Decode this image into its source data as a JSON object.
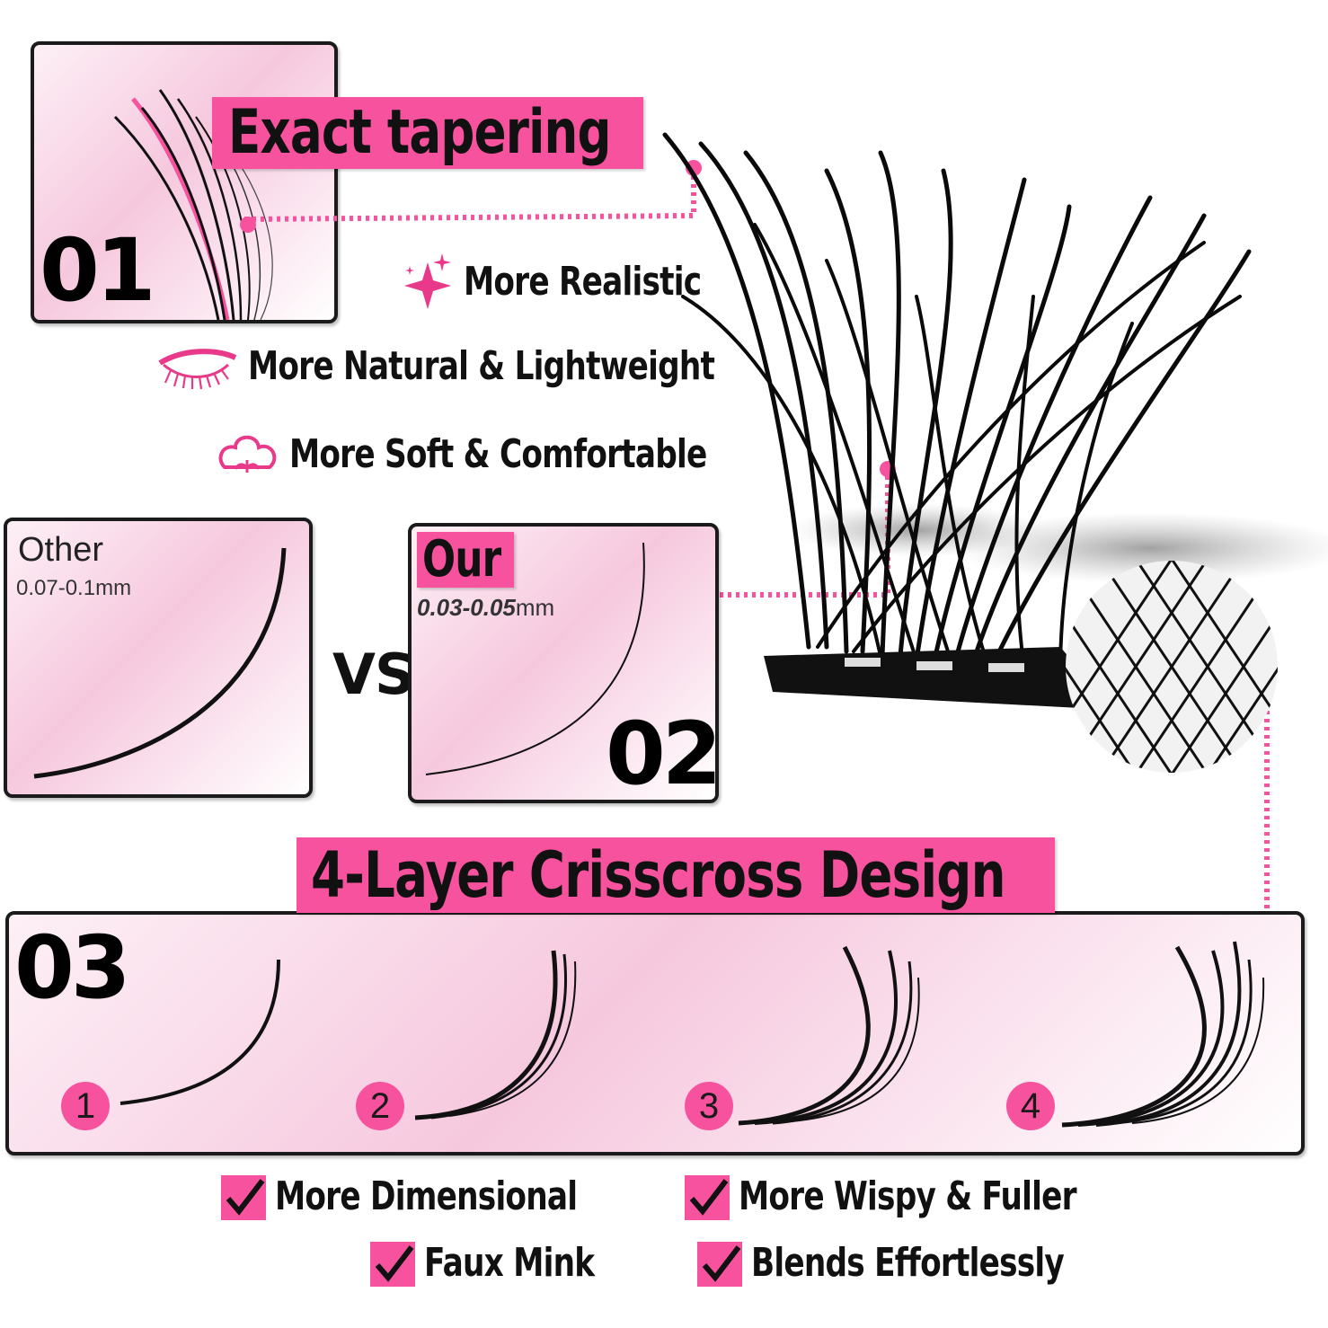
{
  "section1": {
    "number": "01",
    "title": "Exact tapering",
    "features": [
      {
        "icon": "sparkle-icon",
        "text": "More Realistic"
      },
      {
        "icon": "eyelash-icon",
        "text": "More Natural & Lightweight"
      },
      {
        "icon": "cotton-icon",
        "text": "More Soft & Comfortable"
      }
    ]
  },
  "section2": {
    "number": "02",
    "vs_label": "VS",
    "other": {
      "label": "Other",
      "thickness": "0.07-0.1",
      "unit": "mm"
    },
    "ours": {
      "label": "Our",
      "thickness": "0.03-0.05",
      "unit": "mm"
    }
  },
  "section3": {
    "number": "03",
    "title": "4-Layer Crisscross Design",
    "layers": [
      "1",
      "2",
      "3",
      "4"
    ]
  },
  "benefits": [
    {
      "icon": "checkmark-icon",
      "text": "More Dimensional"
    },
    {
      "icon": "checkmark-icon",
      "text": "More Wispy & Fuller"
    },
    {
      "icon": "checkmark-icon",
      "text": "Faux Mink"
    },
    {
      "icon": "checkmark-icon",
      "text": "Blends Effortlessly"
    }
  ],
  "colors": {
    "accent": "#f7529d",
    "text": "#111111",
    "panel": "#f6c8de"
  }
}
